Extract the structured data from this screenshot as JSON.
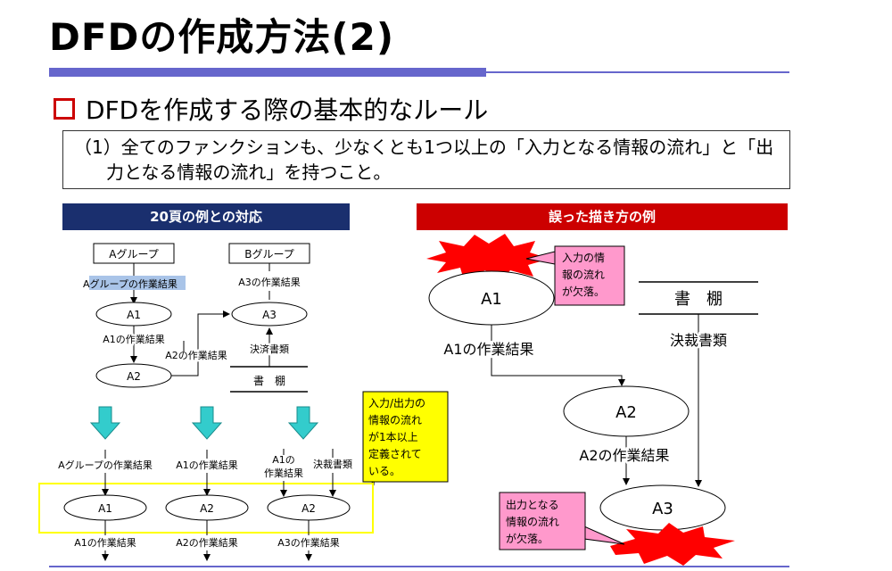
{
  "title": "DFDの作成方法(2)",
  "rule": {
    "heading": "DFDを作成する際の基本的なルール",
    "text_line1": "（1）全てのファンクションも、少なくとも1つ以上の「入力となる情報の流れ」と「出",
    "text_line2": "力となる情報の流れ」を持つこと。"
  },
  "left_panel": {
    "header": "20頁の例との対応",
    "group_a": "Aグループ",
    "group_b": "Bグループ",
    "group_a_result_1": "Aグループ",
    "group_a_result_2": "の作業結果",
    "a3_result_top": "A3の作業結果",
    "a1": "A1",
    "a2": "A2",
    "a3": "A3",
    "a1_result": "A1の作業結果",
    "a2_result": "A2の作業結果",
    "settlement_docs": "決済書類",
    "shelf": "書　棚",
    "callout": [
      "入力/出力の",
      "情報の流れ",
      "が1本以上",
      "定義されて",
      "いる。"
    ],
    "row_labels": {
      "col1_in": "Aグループの作業結果",
      "col2_in": "A1の作業結果",
      "col3_in_1": "A1の",
      "col3_in_2": "作業結果",
      "col3_in_docs": "決裁書類",
      "col1_node": "A1",
      "col2_node": "A2",
      "col3_node": "A2",
      "col1_out": "A1の作業結果",
      "col2_out": "A2の作業結果",
      "col3_out": "A3の作業結果"
    }
  },
  "right_panel": {
    "header": "誤った描き方の例",
    "a1": "A1",
    "a2": "A2",
    "a3": "A3",
    "shelf": "書　棚",
    "a1_result": "A1の作業結果",
    "a2_result": "A2の作業結果",
    "approval_docs": "決裁書類",
    "missing_input": [
      "入力の情",
      "報の流れ",
      "が欠落。"
    ],
    "missing_output": [
      "出力となる",
      "情報の流れ",
      "が欠落。"
    ]
  },
  "colors": {
    "title_bar": "#6666cc",
    "left_header": "#1a2f6e",
    "right_header": "#cc0000",
    "callout_fill": "#ffff00",
    "warning_fill": "#ff99cc",
    "burst_red": "#ff0000",
    "arrow_teal": "#33cccc",
    "highlight_box": "#ffff00"
  }
}
